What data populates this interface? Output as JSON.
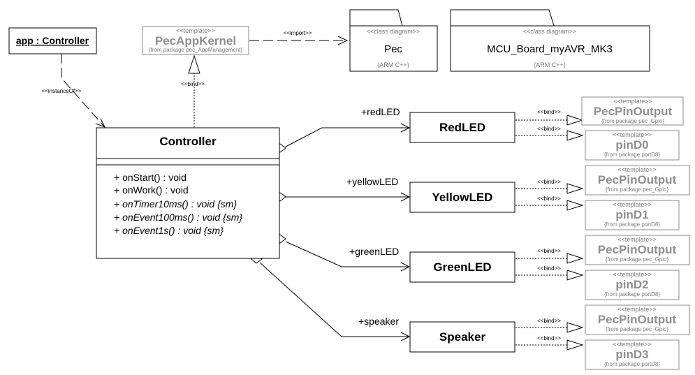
{
  "diagram": {
    "app_instance": "app : Controller",
    "instance_of_label": "<<instanceOf>>",
    "kernel": {
      "stereotype": "<<template>>",
      "name": "PecAppKernel",
      "from": "{from package pec_AppManagement}"
    },
    "import_label": "<<import>>",
    "kernel_bind_label": "<<bind>>",
    "packages": [
      {
        "stereotype": "<<class diagram>>",
        "name": "Pec",
        "lang": "{ARM C++}"
      },
      {
        "stereotype": "<<class diagram>>",
        "name": "MCU_Board_myAVR_MK3",
        "lang": "{ARM C++}"
      }
    ],
    "controller": {
      "name": "Controller",
      "operations": [
        {
          "text": "+ onStart() : void",
          "italic": false
        },
        {
          "text": "+ onWork() : void",
          "italic": false
        },
        {
          "text": "+ onTimer10ms() : void {sm}",
          "italic": true
        },
        {
          "text": "+ onEvent100ms() : void {sm}",
          "italic": true
        },
        {
          "text": "+ onEvent1s() : void {sm}",
          "italic": true
        }
      ]
    },
    "parts": [
      {
        "role": "+redLED",
        "name": "RedLED",
        "pin_output": "PecPinOutput",
        "pin_output_from": "{from package pec_Gpio}",
        "pin": "pinD0",
        "pin_from": "{from package portD8}"
      },
      {
        "role": "+yellowLED",
        "name": "YellowLED",
        "pin_output": "PecPinOutput",
        "pin_output_from": "{from package pec_Gpio}",
        "pin": "pinD1",
        "pin_from": "{from package portD8}"
      },
      {
        "role": "+greenLED",
        "name": "GreenLED",
        "pin_output": "PecPinOutput",
        "pin_output_from": "{from package pec_Gpio}",
        "pin": "pinD2",
        "pin_from": "{from package portD8}"
      },
      {
        "role": "+speaker",
        "name": "Speaker",
        "pin_output": "PecPinOutput",
        "pin_output_from": "{from package pec_Gpio}",
        "pin": "pinD3",
        "pin_from": "{from package portD8}"
      }
    ],
    "template_stereotype": "<<template>>",
    "bind_label": "<<bind>>"
  }
}
